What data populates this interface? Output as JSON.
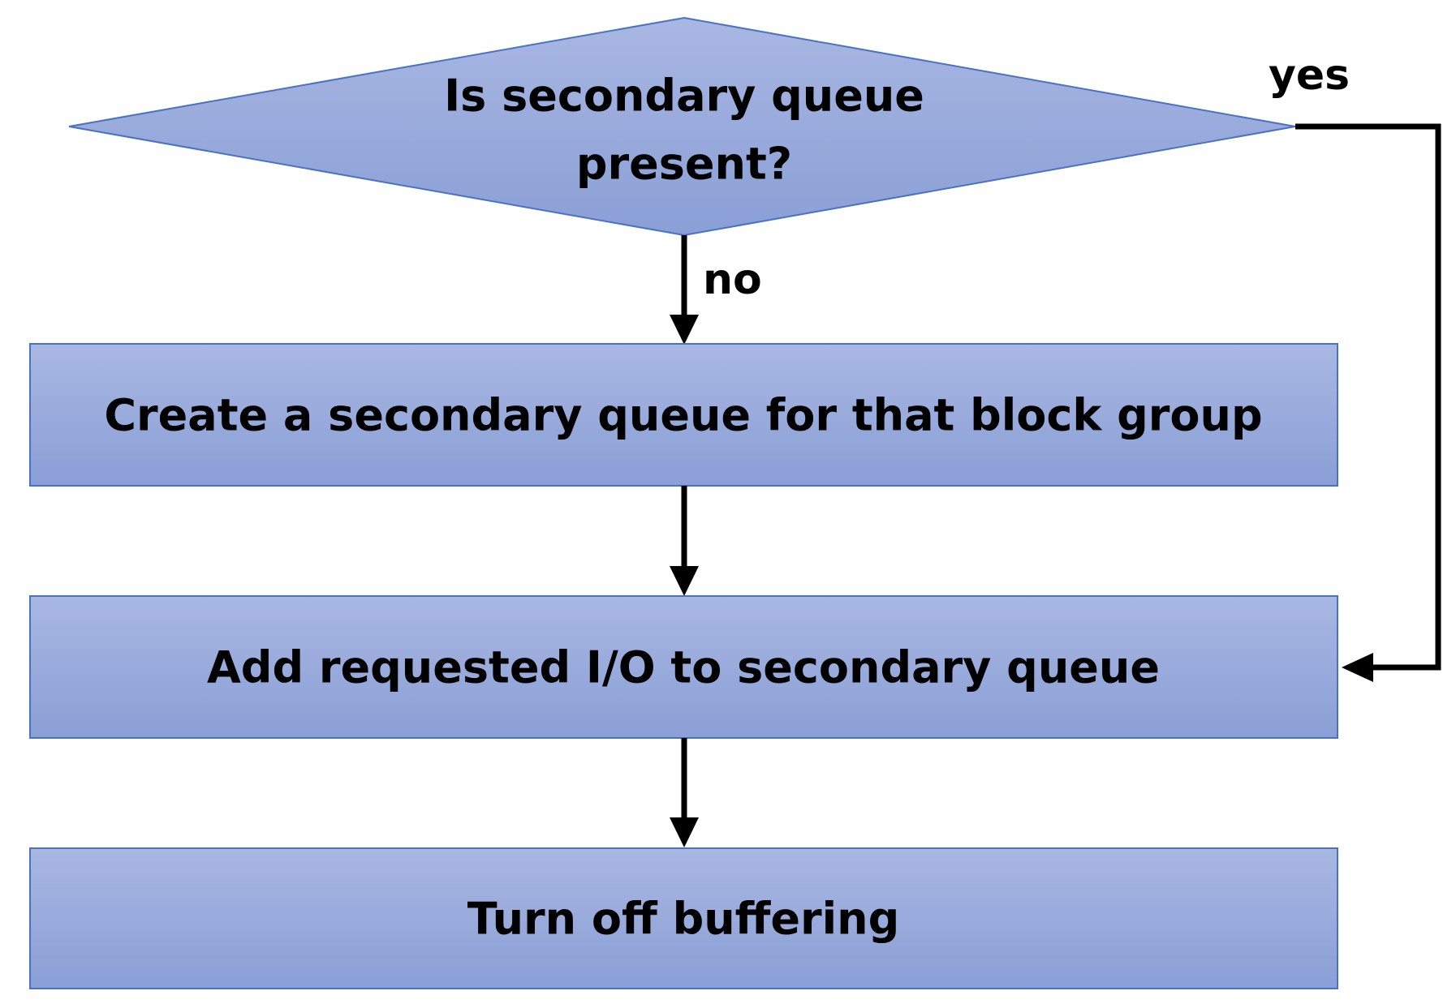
{
  "diagram": {
    "type": "flowchart",
    "colors": {
      "shape_fill_top": "#a6b4e0",
      "shape_fill_bottom": "#8da2d8",
      "shape_border": "#4a72c4",
      "connector": "#000000",
      "text": "#000000"
    },
    "decision": {
      "line1": "Is secondary queue",
      "line2": "present?"
    },
    "steps": [
      {
        "label": "Create a secondary queue for that block group"
      },
      {
        "label": "Add requested I/O to secondary queue"
      },
      {
        "label": "Turn off buffering"
      }
    ],
    "edges": {
      "no_label": "no",
      "yes_label": "yes"
    }
  }
}
